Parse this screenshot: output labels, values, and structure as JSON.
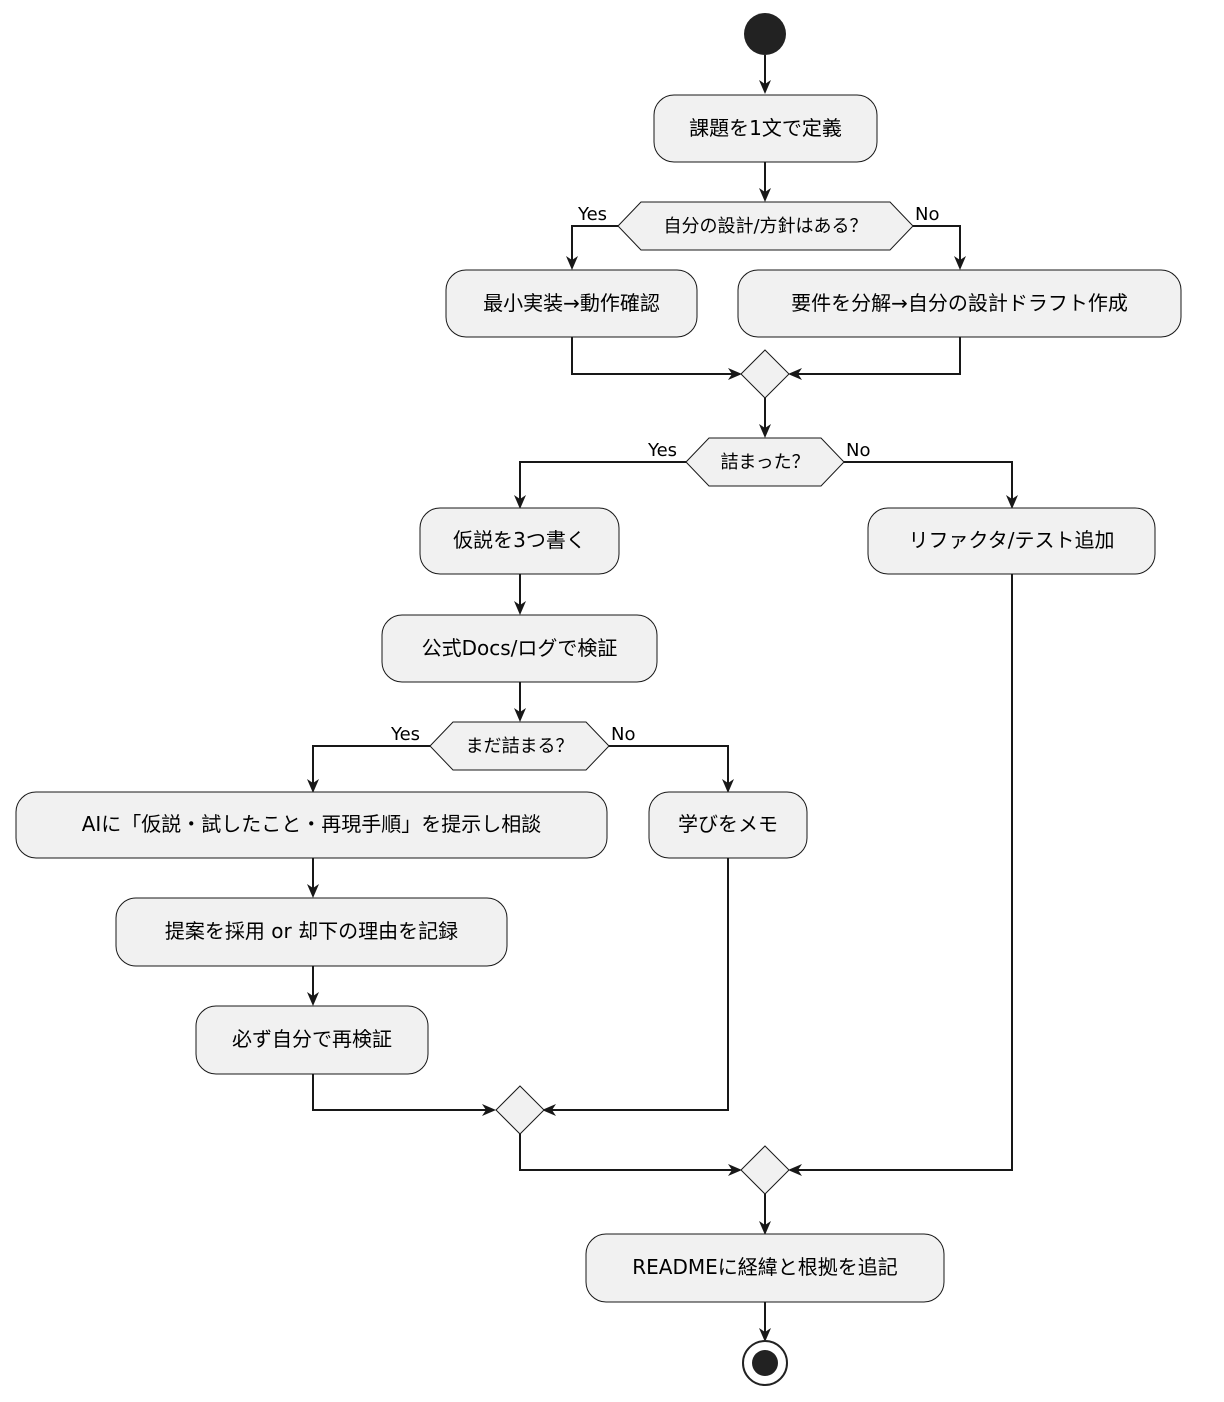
{
  "nodes": {
    "define_problem": "課題を1文で定義",
    "min_impl": "最小実装→動作確認",
    "decompose": "要件を分解→自分の設計ドラフト作成",
    "hypotheses": "仮説を3つ書く",
    "verify_docs": "公式Docs/ログで検証",
    "ask_ai": "AIに「仮説・試したこと・再現手順」を提示し相談",
    "record_decision": "提案を採用 or 却下の理由を記録",
    "reverify": "必ず自分で再検証",
    "memo": "学びをメモ",
    "refactor": "リファクタ/テスト追加",
    "readme": "READMEに経緯と根拠を追記"
  },
  "conditions": {
    "has_design": "自分の設計/方針はある？",
    "stuck": "詰まった？",
    "still_stuck": "まだ詰まる？"
  },
  "branches": {
    "yes": "Yes",
    "no": "No"
  }
}
